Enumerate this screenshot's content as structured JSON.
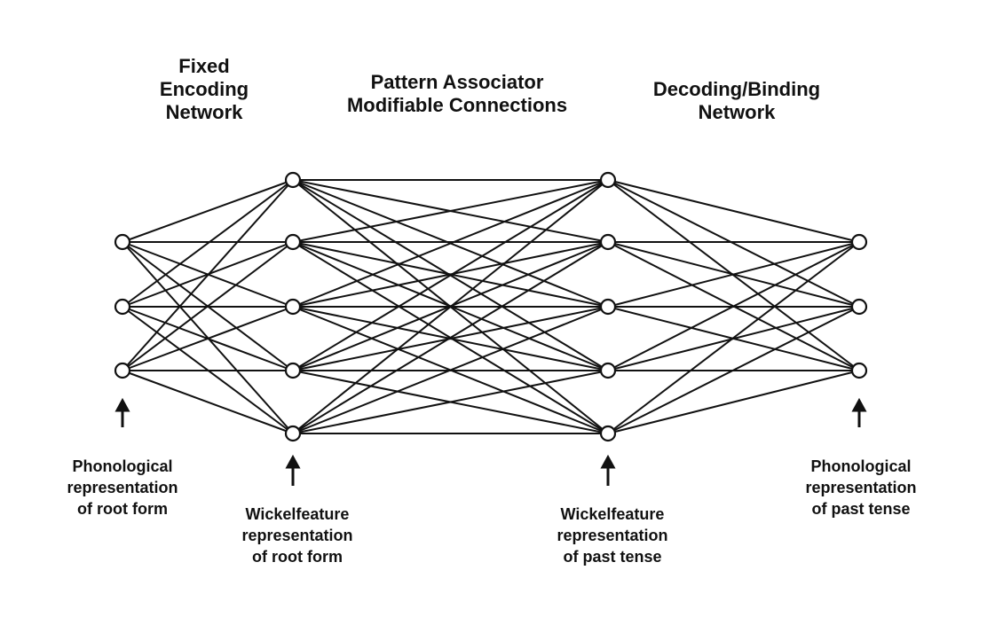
{
  "headers": {
    "encoding": [
      "Fixed",
      "Encoding",
      "Network"
    ],
    "associator": [
      "Pattern Associator",
      "Modifiable Connections"
    ],
    "decoding": [
      "Decoding/Binding",
      "Network"
    ]
  },
  "footers": {
    "phon_root": [
      "Phonological",
      "representation",
      "of root form"
    ],
    "wf_root": [
      "Wickelfeature",
      "representation",
      "of root form"
    ],
    "wf_past": [
      "Wickelfeature",
      "representation",
      "of past tense"
    ],
    "phon_past": [
      "Phonological",
      "representation",
      "of past tense"
    ]
  },
  "layers": {
    "phon_root_units": 3,
    "wf_root_units": 5,
    "wf_past_units": 5,
    "phon_past_units": 3
  },
  "connectivity": "full"
}
